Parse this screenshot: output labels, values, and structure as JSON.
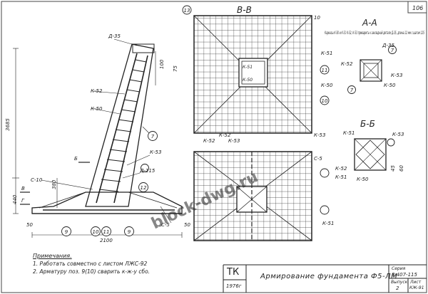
{
  "sheet": {
    "number": "106"
  },
  "titles": {
    "section_vv": "В-В",
    "section_aa": "А-А",
    "section_bb": "Б-Б"
  },
  "dims": {
    "d3685": "3685",
    "d440": "440",
    "d2100": "2100",
    "d380": "380",
    "d50a": "50",
    "d50b": "50",
    "d100": "100",
    "d75": "75",
    "d45": "45",
    "d60": "60"
  },
  "labels": {
    "d35a": "Д-35",
    "d35b": "Д-35",
    "k52a": "К-52",
    "k50a": "К-50",
    "k53a": "К-53",
    "d115": "Д-115",
    "c10a": "С-10",
    "c10b": "10",
    "c5a": "С-5",
    "c5b": "С-5",
    "k51a": "К-51",
    "k50b": "К-50",
    "k53b": "К-53",
    "k52b": "К-52",
    "k51b": "К-51",
    "k50c": "К-50",
    "k53c": "К-53",
    "k51c": "К-51",
    "k52c": "К-52",
    "k53d": "К-53",
    "k51d": "К-51",
    "k50d": "К-50",
    "k53e": "К-53",
    "k52d": "К-52",
    "k50e": "К-50",
    "letter_b": "Б",
    "letter_v": "В",
    "letter_g": "Г",
    "c7": "7",
    "c9a": "9",
    "c9b": "9",
    "c10": "10",
    "c11": "11",
    "c12": "12",
    "c11b": "11",
    "c7b": "7",
    "c7c": "7",
    "c13": "13"
  },
  "aa_note": "Каркасы К-50 и К-51 К-52, К-53 приварить к закладной детали Д-35, длина 12 мм с шагом 125",
  "notes": {
    "heading": "Примечания.",
    "n1": "1. Работать совместно с листом ЛЖС-92",
    "n2": "2. Арматуру поз. 9(10) сварить к-ж-у сбо."
  },
  "title_block": {
    "org": "ТК",
    "year": "1976г",
    "title": "Армирование фундамента Ф5-ЛМ",
    "series_label": "Серия",
    "series_value": "3.407-115",
    "issue_label": "Выпуск",
    "issue_value": "2",
    "sheet_label": "Лист",
    "sheet_value": "КЖ-91"
  },
  "watermark": "block-dwg.ru"
}
